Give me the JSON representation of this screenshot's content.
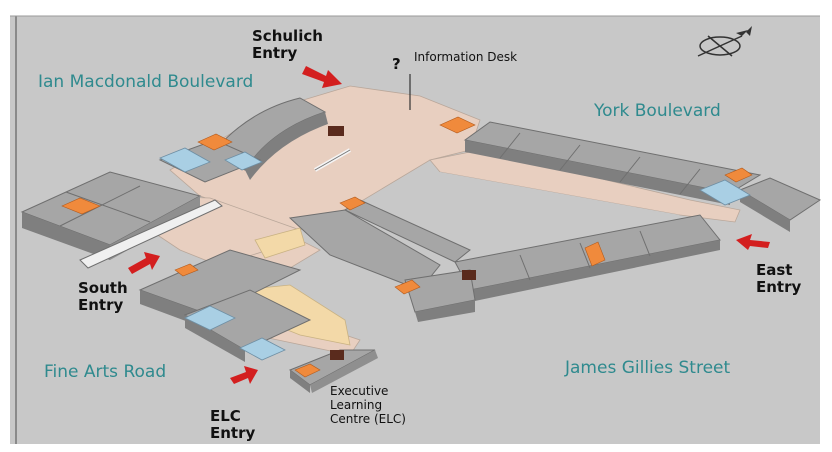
{
  "map": {
    "streets": {
      "ian_macdonald": "Ian Macdonald Boulevard",
      "york": "York Boulevard",
      "fine_arts": "Fine Arts Road",
      "james_gillies": "James Gillies Street"
    },
    "entries": {
      "schulich": "Schulich\nEntry",
      "south": "South\nEntry",
      "east": "East\nEntry",
      "elc": "ELC\nEntry"
    },
    "labels": {
      "info_desk_symbol": "?",
      "info_desk": "Information Desk",
      "executive_centre": "Executive\nLearning\nCentre (ELC)"
    },
    "colors": {
      "background": "#c8c8c8",
      "corridor": "#e8cfc0",
      "building_top": "#a6a6a6",
      "building_side": "#7f7f7f",
      "washroom": "#a9cfe4",
      "stairs": "#f08a3c",
      "street_text": "#2f8a8e",
      "arrow": "#d31f1f"
    },
    "icons": [
      "compass-icon",
      "washroom-icon",
      "stairs-icon",
      "entry-arrow-icon"
    ]
  }
}
